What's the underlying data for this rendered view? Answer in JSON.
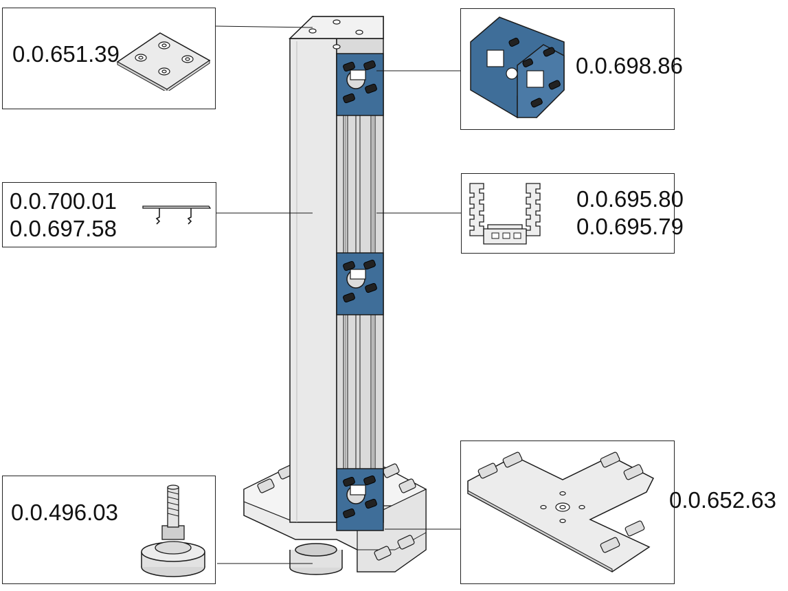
{
  "colors": {
    "accent_blue": "#3f6e99",
    "profile_light": "#e6e6e6",
    "outline": "#1a1a1a",
    "background": "#ffffff"
  },
  "callouts": [
    {
      "part_numbers": [
        "0.0.651.39"
      ]
    },
    {
      "part_numbers": [
        "0.0.698.86"
      ]
    },
    {
      "part_numbers": [
        "0.0.700.01",
        "0.0.697.58"
      ]
    },
    {
      "part_numbers": [
        "0.0.695.80",
        "0.0.695.79"
      ]
    },
    {
      "part_numbers": [
        "0.0.496.03"
      ]
    },
    {
      "part_numbers": [
        "0.0.652.63"
      ]
    }
  ]
}
